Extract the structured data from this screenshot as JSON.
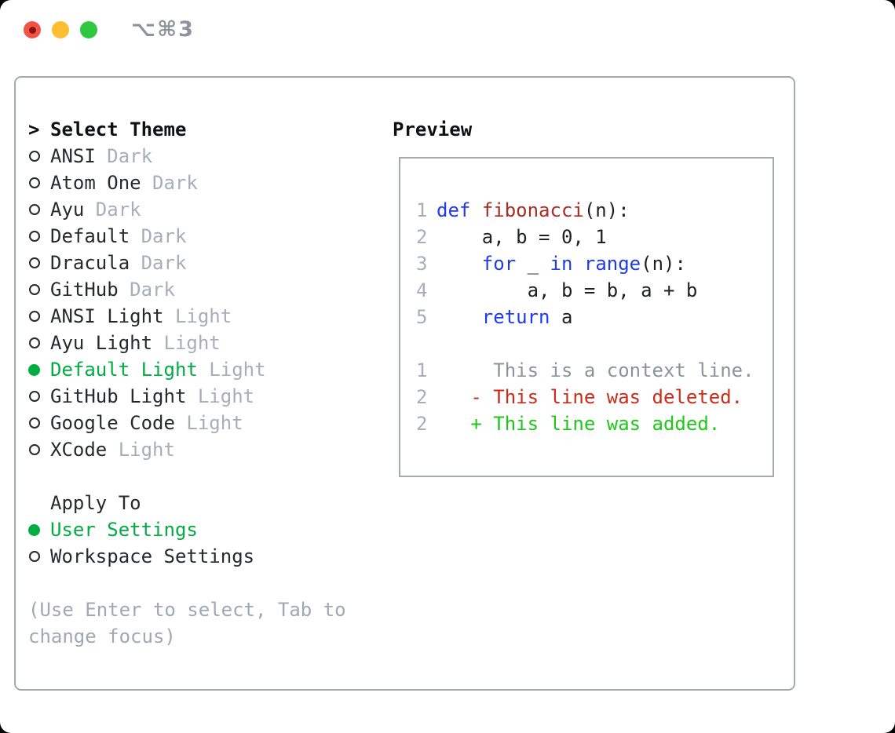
{
  "window": {
    "shortcut": "⌥⌘3"
  },
  "theme_picker": {
    "prompt": ">",
    "title": "Select Theme",
    "themes": [
      {
        "name": "ANSI",
        "variant": "Dark",
        "selected": false
      },
      {
        "name": "Atom One",
        "variant": "Dark",
        "selected": false
      },
      {
        "name": "Ayu",
        "variant": "Dark",
        "selected": false
      },
      {
        "name": "Default",
        "variant": "Dark",
        "selected": false
      },
      {
        "name": "Dracula",
        "variant": "Dark",
        "selected": false
      },
      {
        "name": "GitHub",
        "variant": "Dark",
        "selected": false
      },
      {
        "name": "ANSI Light",
        "variant": "Light",
        "selected": false
      },
      {
        "name": "Ayu Light",
        "variant": "Light",
        "selected": false
      },
      {
        "name": "Default Light",
        "variant": "Light",
        "selected": true
      },
      {
        "name": "GitHub Light",
        "variant": "Light",
        "selected": false
      },
      {
        "name": "Google Code",
        "variant": "Light",
        "selected": false
      },
      {
        "name": "XCode",
        "variant": "Light",
        "selected": false
      }
    ],
    "apply_to": {
      "title": "Apply To",
      "options": [
        {
          "label": "User Settings",
          "selected": true
        },
        {
          "label": "Workspace Settings",
          "selected": false
        }
      ]
    },
    "hint_line1": "(Use Enter to select, Tab to",
    "hint_line2": "change focus)"
  },
  "preview": {
    "title": "Preview",
    "code_lines": [
      {
        "num": "1",
        "segments": [
          {
            "text": "def",
            "color": "keyword"
          },
          {
            "text": " ",
            "color": "default"
          },
          {
            "text": "fibonacci",
            "color": "function"
          },
          {
            "text": "(n):",
            "color": "default"
          }
        ]
      },
      {
        "num": "2",
        "segments": [
          {
            "text": "    a, b = 0, 1",
            "color": "default"
          }
        ]
      },
      {
        "num": "3",
        "segments": [
          {
            "text": "    ",
            "color": "default"
          },
          {
            "text": "for",
            "color": "keyword"
          },
          {
            "text": " _ ",
            "color": "default"
          },
          {
            "text": "in",
            "color": "keyword"
          },
          {
            "text": " ",
            "color": "default"
          },
          {
            "text": "range",
            "color": "keyword"
          },
          {
            "text": "(n):",
            "color": "default"
          }
        ]
      },
      {
        "num": "4",
        "segments": [
          {
            "text": "        a, b = b, a + b",
            "color": "default"
          }
        ]
      },
      {
        "num": "5",
        "segments": [
          {
            "text": "    ",
            "color": "default"
          },
          {
            "text": "return",
            "color": "keyword"
          },
          {
            "text": " a",
            "color": "default"
          }
        ]
      },
      {
        "num": "",
        "segments": []
      },
      {
        "num": "1",
        "segments": [
          {
            "text": "     This is a context line.",
            "color": "context"
          }
        ]
      },
      {
        "num": "2",
        "segments": [
          {
            "text": "   - This line was deleted.",
            "color": "deleted"
          }
        ]
      },
      {
        "num": "2",
        "segments": [
          {
            "text": "   + This line was added.",
            "color": "added"
          }
        ]
      }
    ]
  },
  "colors": {
    "pageBg": "#000000",
    "windowBg": "#ffffff",
    "border": "#a3aab4",
    "text": "#26292f",
    "titleText": "#0e1013",
    "muted": "#a7aeb9",
    "hint": "#a0a8b2",
    "gutter": "#a7aeb9",
    "selected": "#00ad43",
    "keyword": "#1e3af1",
    "function": "#a52e22",
    "default": "#1d2025",
    "context": "#8d939b",
    "deleted": "#cd2b19",
    "added": "#1ec816",
    "shortcut": "#8f949b",
    "trafficRed": "#f15348",
    "trafficRedDot": "#8e150e",
    "trafficYellow": "#fcbd2f",
    "trafficGreen": "#2fc640"
  }
}
